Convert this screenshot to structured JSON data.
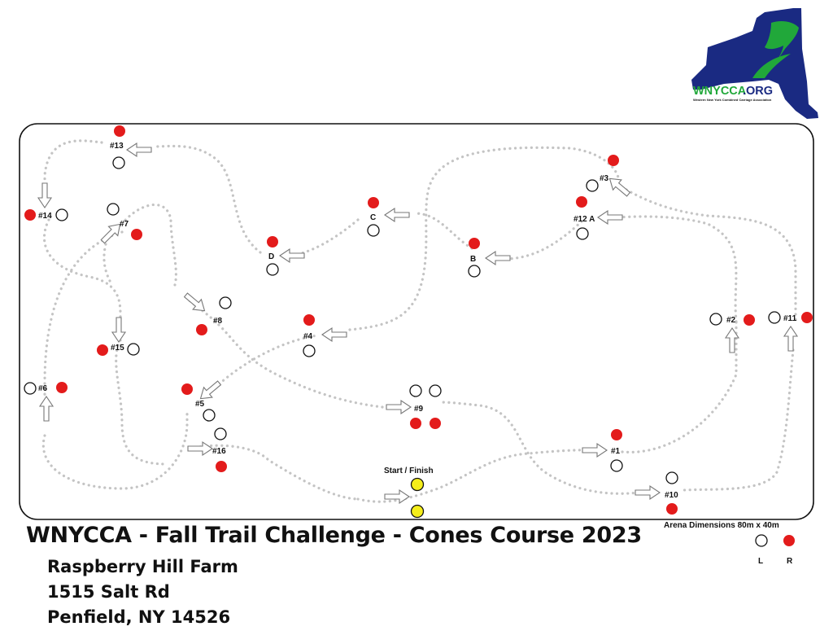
{
  "title": "WNYCCA - Fall Trail Challenge - Cones Course 2023",
  "address": [
    "Raspberry Hill Farm",
    "1515 Salt Rd",
    "Penfield, NY 14526"
  ],
  "arena_dimensions": "Arena Dimensions 80m x 40m",
  "legend": {
    "left_label": "L",
    "right_label": "R"
  },
  "logo": {
    "text_a": "WNYCCA",
    "text_b": ".ORG",
    "subtitle": "Western New York Combined Carriage Association"
  },
  "start_finish_label": "Start / Finish",
  "colors": {
    "red": "#e31b1b",
    "yellow": "#f5ee1a",
    "navy": "#1a2a82",
    "green": "#21a83a",
    "path": "#c4c4c4"
  },
  "gates": [
    {
      "id": "g13",
      "label": "#13"
    },
    {
      "id": "g14",
      "label": "#14"
    },
    {
      "id": "g7",
      "label": "#7"
    },
    {
      "id": "gD",
      "label": "D"
    },
    {
      "id": "gC",
      "label": "C"
    },
    {
      "id": "gB",
      "label": "B"
    },
    {
      "id": "g3",
      "label": "#3"
    },
    {
      "id": "g12A",
      "label": "#12 A"
    },
    {
      "id": "g8",
      "label": "#8"
    },
    {
      "id": "g4",
      "label": "#4"
    },
    {
      "id": "g2",
      "label": "#2"
    },
    {
      "id": "g11",
      "label": "#11"
    },
    {
      "id": "g15",
      "label": "#15"
    },
    {
      "id": "g6",
      "label": "#6"
    },
    {
      "id": "g5",
      "label": "#5"
    },
    {
      "id": "g9",
      "label": "#9"
    },
    {
      "id": "g16",
      "label": "#16"
    },
    {
      "id": "g1",
      "label": "#1"
    },
    {
      "id": "g10",
      "label": "#10"
    }
  ]
}
